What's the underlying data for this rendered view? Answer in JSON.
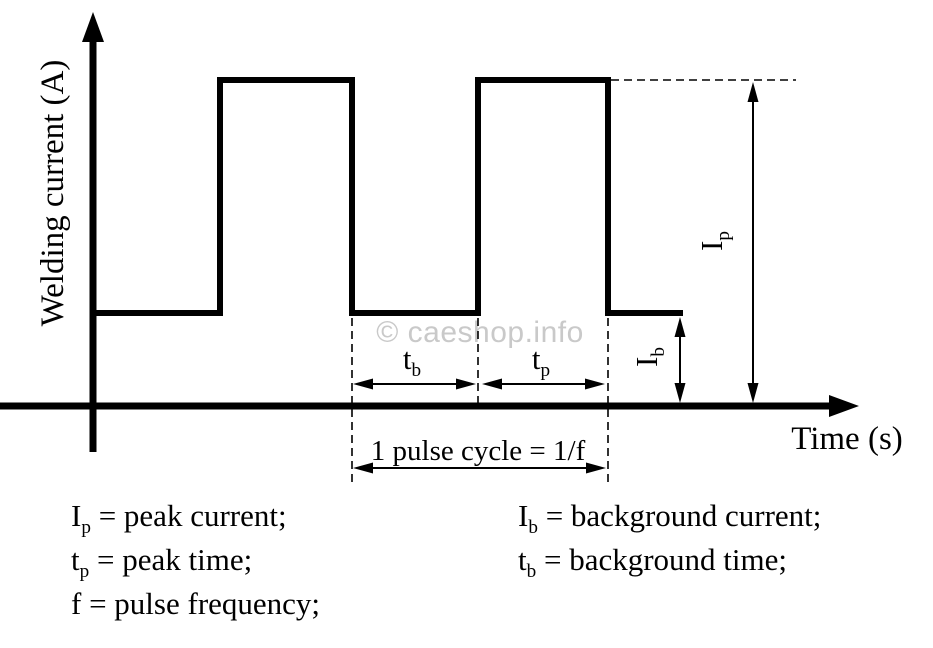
{
  "diagram": {
    "y_axis_label": "Welding current (A)",
    "x_axis_label": "Time (s)",
    "watermark": "© caeshop.info",
    "pulse_cycle_label": "1 pulse cycle = 1/f",
    "labels": {
      "tb": {
        "base": "t",
        "sub": "b"
      },
      "tp": {
        "base": "t",
        "sub": "p"
      },
      "ib": {
        "base": "I",
        "sub": "b"
      },
      "ip": {
        "base": "I",
        "sub": "p"
      }
    },
    "waveform": {
      "type": "pulsed-square-wave",
      "segments": [
        "background",
        "peak",
        "background",
        "peak",
        "background"
      ],
      "levels": [
        "background current (Ib)",
        "peak current (Ip)"
      ]
    }
  },
  "legend": {
    "left": [
      {
        "base": "I",
        "sub": "p",
        "rest": " = peak current;"
      },
      {
        "base": "t",
        "sub": "p",
        "rest": " = peak time;"
      },
      {
        "base": "f",
        "sub": "",
        "rest": " = pulse frequency;"
      }
    ],
    "right": [
      {
        "base": "I",
        "sub": "b",
        "rest": " = background current;"
      },
      {
        "base": "t",
        "sub": "b",
        "rest": " = background time;"
      }
    ]
  },
  "colors": {
    "ink": "#000000",
    "watermark": "#c9c9c9",
    "background": "#ffffff"
  }
}
